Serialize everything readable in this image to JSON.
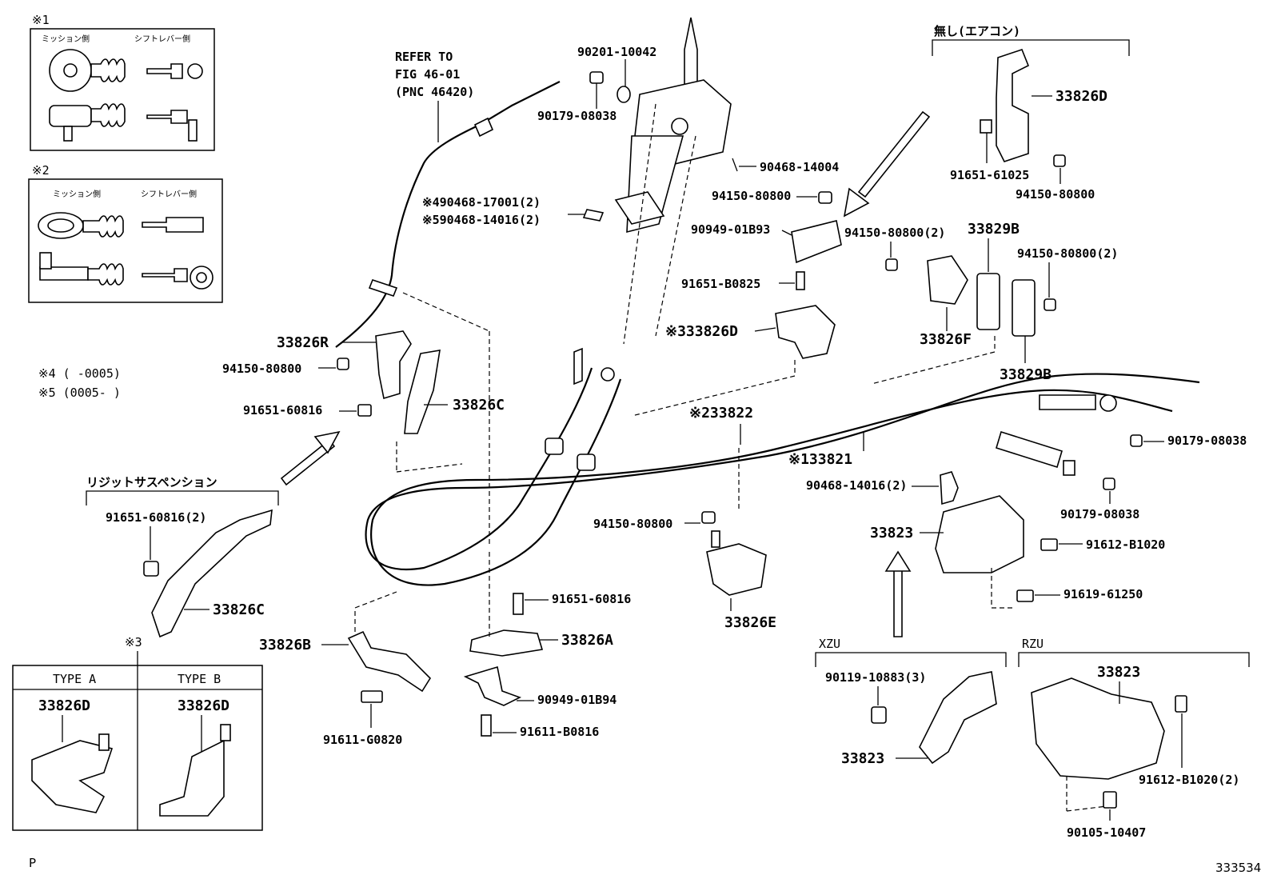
{
  "notes": {
    "box1_tag": "※1",
    "box2_tag": "※2",
    "box3_tag": "※3",
    "box1_left": "ミッション側",
    "box1_right": "シフトレバー側",
    "box2_left": "ミッション側",
    "box2_right": "シフトレバー側",
    "note4": "※4 (      -0005)",
    "note5": "※5 (0005-      )",
    "refer_1": "REFER TO",
    "refer_2": "FIG 46-01",
    "refer_3": "(PNC 46420)",
    "aircon": "無し(エアコン)",
    "rigid": "リジットサスペンション",
    "type_a": "TYPE A",
    "type_b": "TYPE B",
    "xzu": "XZU",
    "rzu": "RZU",
    "corner_p": "P",
    "figure_id": "333534"
  },
  "parts": {
    "p90201": "90201-10042",
    "p90179a": "90179-08038",
    "p90468_14004": "90468-14004",
    "p90468_17001": "※490468-17001(2)",
    "p90468_14016a": "※590468-14016(2)",
    "p94150a": "94150-80800",
    "p90949_b93": "90949-01B93",
    "p91651_b0825": "91651-B0825",
    "p33826d": "※333826D",
    "p33826r": "33826R",
    "p94150b": "94150-80800",
    "p33826c_top": "33826C",
    "p91651_60816": "91651-60816",
    "p33822": "※233822",
    "p33821": "※133821",
    "p33826d_top": "33826D",
    "p91651_61025": "91651-61025",
    "p94150c": "94150-80800",
    "p94150d": "94150-80800(2)",
    "p33829b_top": "33829B",
    "p94150e": "94150-80800(2)",
    "p33826f": "33826F",
    "p33829b_bot": "33829B",
    "p90179b": "90179-08038",
    "p90179c": "90179-08038",
    "p90468_14016b": "90468-14016(2)",
    "p33823_main": "33823",
    "p91612_b1020": "91612-B1020",
    "p91619_61250": "91619-61250",
    "p91651_60816_2": "91651-60816(2)",
    "p33826c_bot": "33826C",
    "p94150f": "94150-80800",
    "p33826e": "33826E",
    "p91651_60816_b": "91651-60816",
    "p33826a": "33826A",
    "p33826b": "33826B",
    "p90949_b94": "90949-01B94",
    "p91611_g0820": "91611-G0820",
    "p91611_b0816": "91611-B0816",
    "p33826d_a": "33826D",
    "p33826d_b": "33826D",
    "p90119": "90119-10883(3)",
    "p33823_xzu": "33823",
    "p33823_rzu": "33823",
    "p91612_b1020_2": "91612-B1020(2)",
    "p90105": "90105-10407"
  }
}
